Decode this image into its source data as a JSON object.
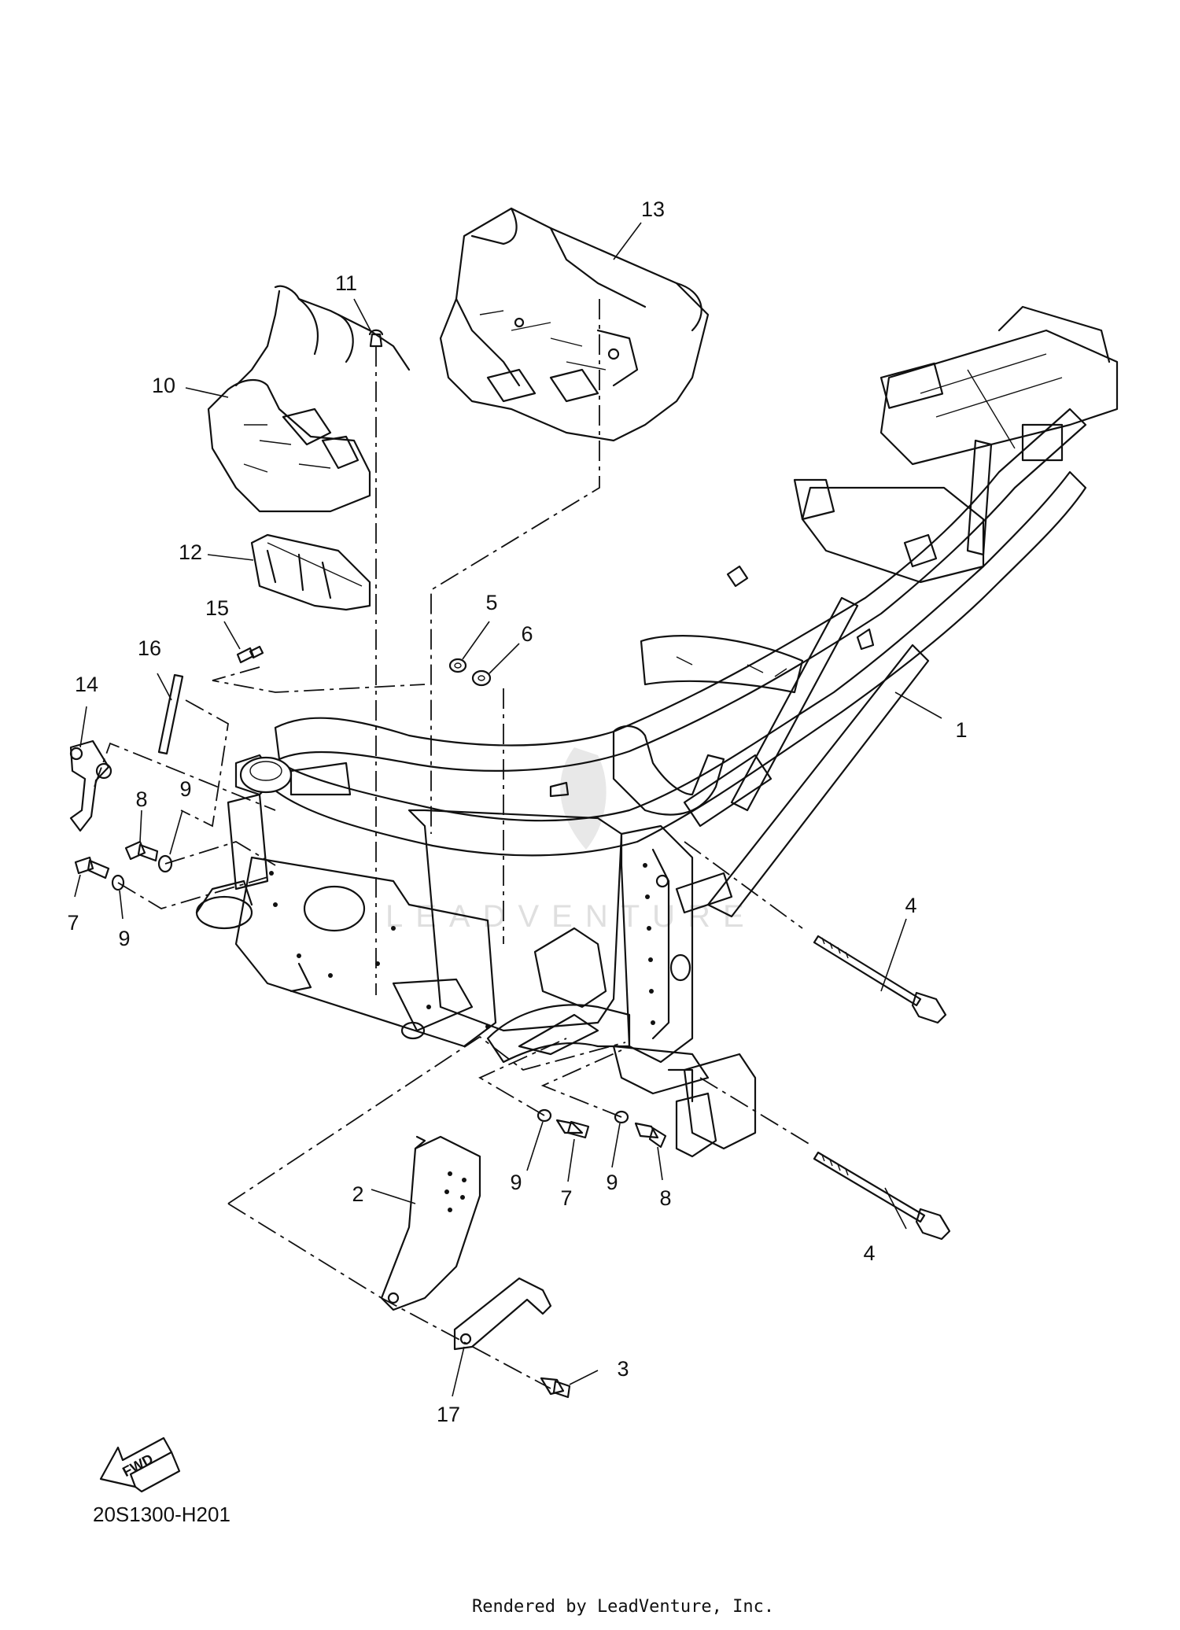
{
  "diagram": {
    "code": "20S1300-H201",
    "credit": "Rendered by LeadVenture, Inc.",
    "watermark": "LEADVENTURE",
    "fwd_label": "FWD",
    "callouts": [
      "1",
      "2",
      "3",
      "4",
      "4",
      "5",
      "6",
      "7",
      "7",
      "8",
      "8",
      "9",
      "9",
      "9",
      "9",
      "10",
      "11",
      "12",
      "13",
      "14",
      "15",
      "16",
      "17"
    ]
  }
}
